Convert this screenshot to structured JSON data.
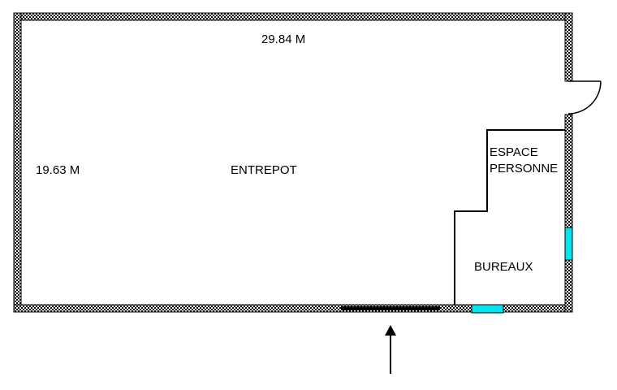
{
  "plan": {
    "width_label": "29.84 M",
    "height_label": "19.63 M",
    "rooms": {
      "warehouse": "ENTREPOT",
      "staff_line1": "ESPACE",
      "staff_line2": "PERSONNE",
      "offices": "BUREAUX"
    }
  },
  "colors": {
    "wall": "#000000",
    "window": "#00e5ee",
    "background": "#ffffff"
  },
  "icons": {
    "entrance": "arrow-up-icon",
    "door": "door-swing-icon"
  }
}
